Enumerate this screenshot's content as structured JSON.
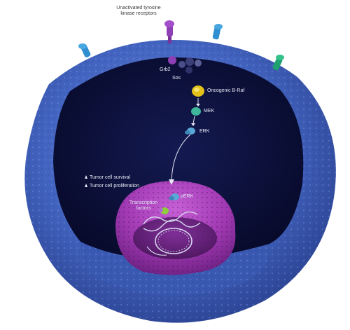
{
  "labels": {
    "receptors_line1": "Unactivated tyrosine",
    "receptors_line2": "kinase receptors",
    "grb2": "Grb2",
    "sos": "Sos",
    "braf": "Oncogenic B-Raf",
    "mek": "MEK",
    "erk": "ERK",
    "perk": "pERK",
    "tf_line1": "Transcription",
    "tf_line2": "factors",
    "outcome_1": "Tumor cell survival",
    "outcome_2": "Tumor cell proliferation"
  },
  "colors": {
    "membrane": "#3f5fb8",
    "cytoplasm": "#0b0f3a",
    "nucleus": "#a43ab8",
    "receptor_purple": "#8e3fb5",
    "receptor_blue": "#2f8fd0",
    "receptor_green": "#1fa070",
    "braf": "#e2c21a",
    "mek": "#3fb69a",
    "erk": "#5aa8d6",
    "transcription_factor": "#8ccf3a"
  },
  "icons": [
    "receptor-icon",
    "braf-protein-icon",
    "mek-protein-icon",
    "erk-protein-icon",
    "perk-protein-icon",
    "transcription-factor-icon",
    "dna-helix-icon",
    "up-arrow-icon"
  ]
}
